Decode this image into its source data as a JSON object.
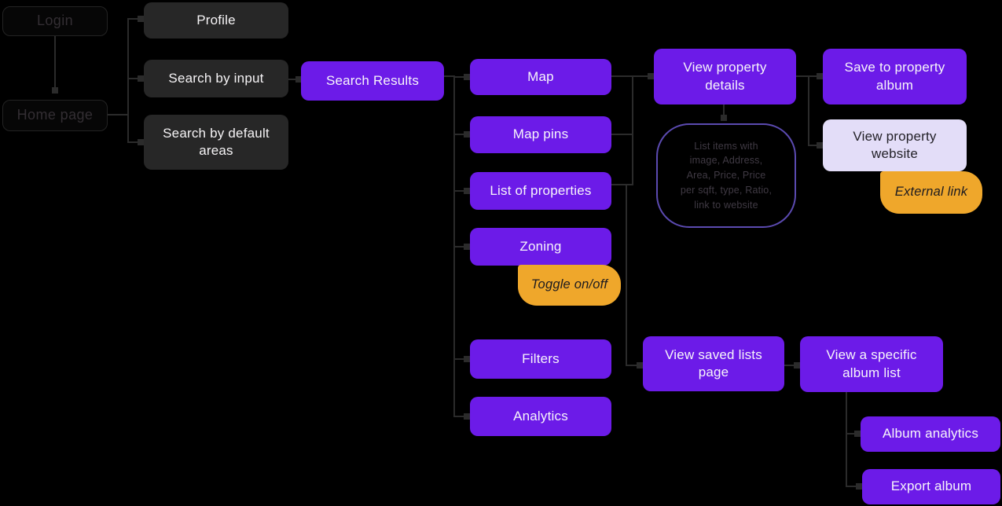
{
  "colors": {
    "background": "#000000",
    "node_purple": "#6C1BE8",
    "node_dark": "#272727",
    "node_orange": "#EFA72B",
    "node_lavender": "#E3DDF8",
    "note_border": "#5B4AB0",
    "connector": "#2B2B2B",
    "text_light": "#F7F5FA",
    "text_dark": "#1D1B20",
    "text_ghost": "#332E33"
  },
  "nodes": {
    "login": {
      "label": "Login"
    },
    "home_page": {
      "label": "Home page"
    },
    "profile": {
      "label": "Profile"
    },
    "search_by_input": {
      "label": "Search by input"
    },
    "search_by_default_areas": {
      "label": "Search by default areas"
    },
    "search_results": {
      "label": "Search Results"
    },
    "map": {
      "label": "Map"
    },
    "map_pins": {
      "label": "Map pins"
    },
    "list_of_properties": {
      "label": "List of properties"
    },
    "zoning": {
      "label": "Zoning"
    },
    "toggle_on_off": {
      "label": "Toggle on/off"
    },
    "filters": {
      "label": "Filters"
    },
    "analytics": {
      "label": "Analytics"
    },
    "view_property_details": {
      "label": "View property details"
    },
    "save_to_property_album": {
      "label": "Save to property album"
    },
    "view_property_website": {
      "label": "View property website"
    },
    "external_link": {
      "label": "External link"
    },
    "list_items_note": {
      "label": "List items with\nimage, Address,\nArea, Price, Price\nper sqft, type, Ratio,\nlink to website"
    },
    "view_saved_lists_page": {
      "label": "View saved lists page"
    },
    "view_specific_album_list": {
      "label": "View a specific album list"
    },
    "album_analytics": {
      "label": "Album analytics"
    },
    "export_album": {
      "label": "Export album"
    }
  },
  "edges": [
    {
      "from": "login",
      "to": "home_page"
    },
    {
      "from": "home_page",
      "to": "profile"
    },
    {
      "from": "home_page",
      "to": "search_by_input"
    },
    {
      "from": "home_page",
      "to": "search_by_default_areas"
    },
    {
      "from": "search_by_input",
      "to": "search_results"
    },
    {
      "from": "search_results",
      "to": "map"
    },
    {
      "from": "search_results",
      "to": "map_pins"
    },
    {
      "from": "search_results",
      "to": "list_of_properties"
    },
    {
      "from": "search_results",
      "to": "zoning"
    },
    {
      "from": "search_results",
      "to": "filters"
    },
    {
      "from": "search_results",
      "to": "analytics"
    },
    {
      "from": "map",
      "to": "view_property_details"
    },
    {
      "from": "map_pins",
      "to": "view_property_details"
    },
    {
      "from": "list_of_properties",
      "to": "view_property_details"
    },
    {
      "from": "list_of_properties",
      "to": "view_saved_lists_page"
    },
    {
      "from": "view_property_details",
      "to": "list_items_note"
    },
    {
      "from": "view_property_details",
      "to": "save_to_property_album"
    },
    {
      "from": "view_property_details",
      "to": "view_property_website"
    },
    {
      "from": "zoning",
      "to": "toggle_on_off",
      "style": "attached-badge"
    },
    {
      "from": "view_property_website",
      "to": "external_link",
      "style": "attached-badge"
    },
    {
      "from": "view_saved_lists_page",
      "to": "view_specific_album_list"
    },
    {
      "from": "view_specific_album_list",
      "to": "album_analytics"
    },
    {
      "from": "view_specific_album_list",
      "to": "export_album"
    }
  ]
}
